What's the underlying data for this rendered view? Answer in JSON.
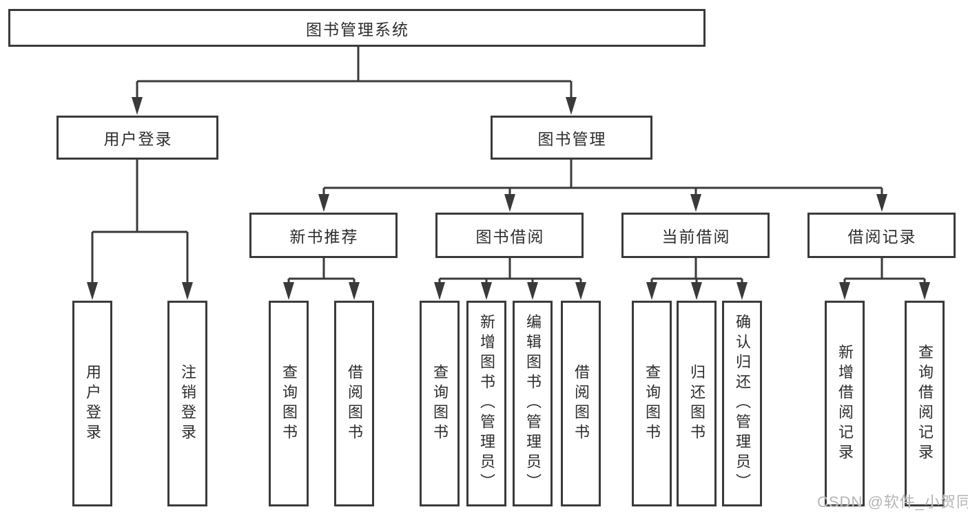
{
  "tree": {
    "label": "图书管理系统",
    "children": [
      {
        "label": "用户登录",
        "children": [
          {
            "label": "用户登录"
          },
          {
            "label": "注销登录"
          }
        ]
      },
      {
        "label": "图书管理",
        "children": [
          {
            "label": "新书推荐",
            "children": [
              {
                "label": "查询图书"
              },
              {
                "label": "借阅图书"
              }
            ]
          },
          {
            "label": "图书借阅",
            "children": [
              {
                "label": "查询图书"
              },
              {
                "label": "新增图书（管理员）"
              },
              {
                "label": "编辑图书（管理员）"
              },
              {
                "label": "借阅图书"
              }
            ]
          },
          {
            "label": "当前借阅",
            "children": [
              {
                "label": "查询图书"
              },
              {
                "label": "归还图书"
              },
              {
                "label": "确认归还（管理员）"
              }
            ]
          },
          {
            "label": "借阅记录",
            "children": [
              {
                "label": "新增借阅记录"
              },
              {
                "label": "查询借阅记录"
              }
            ]
          }
        ]
      }
    ]
  },
  "watermark": {
    "text": "CSDN @软件_小贺同学"
  },
  "colors": {
    "line": "#3a3a3a",
    "box_border": "#3a3a3a",
    "background": "#ffffff",
    "watermark_text": "#b5b5b5"
  }
}
